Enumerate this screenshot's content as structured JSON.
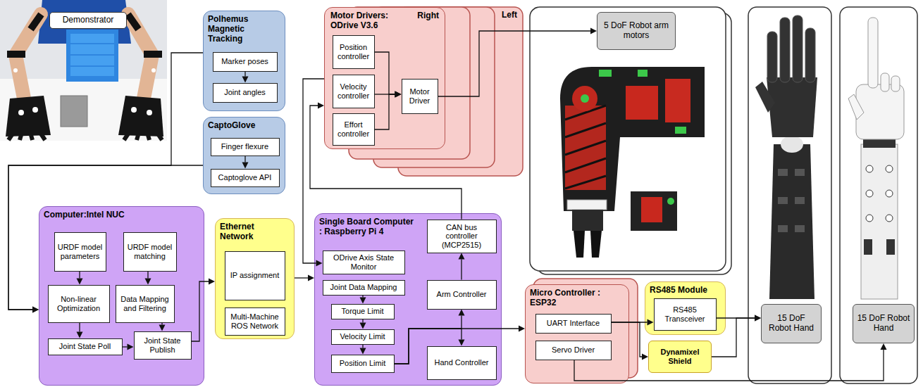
{
  "diagram": {
    "nodes": [
      {
        "text": [
          "Demonstrator"
        ]
      },
      {
        "text": [
          "Polhemus Magnetic Tracking"
        ]
      },
      {
        "text": [
          "Marker poses"
        ],
        "in": 1
      },
      {
        "text": [
          "Joint angles"
        ],
        "in": 1
      },
      {
        "text": [
          "CaptoGlove"
        ]
      },
      {
        "text": [
          "Finger flexure"
        ],
        "in": 4
      },
      {
        "text": [
          "Captoglove API"
        ],
        "in": 4
      },
      {
        "text": [
          "Left"
        ]
      },
      {
        "text": [
          "Motor Drivers: ODrive V3.6",
          "Right"
        ]
      },
      {
        "text": [
          "Position controller"
        ],
        "in": 8
      },
      {
        "text": [
          "Velocity controller"
        ],
        "in": 8
      },
      {
        "text": [
          "Effort controller"
        ],
        "in": 8
      },
      {
        "text": [
          "Motor Driver"
        ],
        "in": 8
      },
      {
        "text": [
          "5 DoF Robot arm motors"
        ]
      },
      {
        "text": [
          "Computer:Intel NUC"
        ]
      },
      {
        "text": [
          "URDF model parameters"
        ],
        "in": 14
      },
      {
        "text": [
          "URDF model matching"
        ],
        "in": 14
      },
      {
        "text": [
          "Non-linear Optimization"
        ],
        "in": 14
      },
      {
        "text": [
          "Data Mapping and Filtering"
        ],
        "in": 14
      },
      {
        "text": [
          "Joint State Poll"
        ],
        "in": 14
      },
      {
        "text": [
          "Joint State Publish"
        ],
        "in": 14
      },
      {
        "text": [
          "Ethernet Network"
        ]
      },
      {
        "text": [
          "IP assignment"
        ],
        "in": 21
      },
      {
        "text": [
          "Multi-Machine ROS Network"
        ],
        "in": 21
      },
      {
        "text": [
          "Single Board Computer : Raspberry Pi 4"
        ]
      },
      {
        "text": [
          "ODrive Axis State Monitor"
        ],
        "in": 24
      },
      {
        "text": [
          "CAN bus controller (MCP2515)"
        ],
        "in": 24
      },
      {
        "text": [
          "Joint Data Mapping"
        ],
        "in": 24
      },
      {
        "text": [
          "Arm Controller"
        ],
        "in": 24
      },
      {
        "text": [
          "Torque Limit"
        ],
        "in": 24
      },
      {
        "text": [
          "Velocity Limit"
        ],
        "in": 24
      },
      {
        "text": [
          "Hand Controller"
        ],
        "in": 24
      },
      {
        "text": [
          "Position Limit"
        ],
        "in": 24
      },
      {
        "text": [
          "Micro Controller : ESP32"
        ]
      },
      {
        "text": [
          "UART Interface"
        ],
        "in": 33
      },
      {
        "text": [
          "Servo Driver"
        ],
        "in": 33
      },
      {
        "text": [
          "RS485 Module"
        ]
      },
      {
        "text": [
          "RS485 Transceiver"
        ],
        "in": 36
      },
      {
        "text": [
          "Dynamixel Shield"
        ]
      },
      {
        "text": [
          "15 DoF Robot Hand"
        ]
      },
      {
        "text": [
          "15 DoF Robot Hand"
        ]
      }
    ],
    "edges": [
      {
        "from": 2,
        "to": 3,
        "arrow": "to"
      },
      {
        "from": 5,
        "to": 6,
        "arrow": "to"
      },
      {
        "from": 1,
        "to": 14,
        "arrow": "to"
      },
      {
        "from": 4,
        "to": 14,
        "arrow": "to"
      },
      {
        "from": 15,
        "to": 17,
        "arrow": "to"
      },
      {
        "from": 16,
        "to": 18,
        "arrow": "to"
      },
      {
        "from": 17,
        "to": 19,
        "arrow": "to"
      },
      {
        "from": 18,
        "to": 20,
        "arrow": "to"
      },
      {
        "from": 19,
        "to": 20,
        "arrow": "to"
      },
      {
        "from": 20,
        "to": 21,
        "arrow": "to"
      },
      {
        "from": 21,
        "to": 24,
        "arrow": "to"
      },
      {
        "from": 27,
        "to": 29,
        "arrow": "to"
      },
      {
        "from": 29,
        "to": 30,
        "arrow": "to"
      },
      {
        "from": 30,
        "to": 32,
        "arrow": "to"
      },
      {
        "from": 32,
        "to": 28,
        "arrow": "to"
      },
      {
        "from": 32,
        "to": 31,
        "arrow": "to"
      },
      {
        "from": 32,
        "to": 33,
        "arrow": "to"
      },
      {
        "from": 28,
        "to": 26,
        "arrow": "to"
      },
      {
        "from": 26,
        "to": 8,
        "arrow": "to"
      },
      {
        "from": 8,
        "to": 25,
        "arrow": "to"
      },
      {
        "from": 9,
        "to": 12,
        "arrow": "to"
      },
      {
        "from": 10,
        "to": 12,
        "arrow": "to"
      },
      {
        "from": 11,
        "to": 12,
        "arrow": "to"
      },
      {
        "from": 12,
        "to": 13,
        "arrow": "to"
      },
      {
        "from": 34,
        "to": 37,
        "arrow": "to"
      },
      {
        "from": 34,
        "to": 38,
        "arrow": "to"
      },
      {
        "from": 37,
        "to": 39,
        "arrow": "to"
      },
      {
        "from": 38,
        "to": 39,
        "arrow": "to"
      },
      {
        "from": 35,
        "to": 40,
        "arrow": "to"
      }
    ]
  }
}
